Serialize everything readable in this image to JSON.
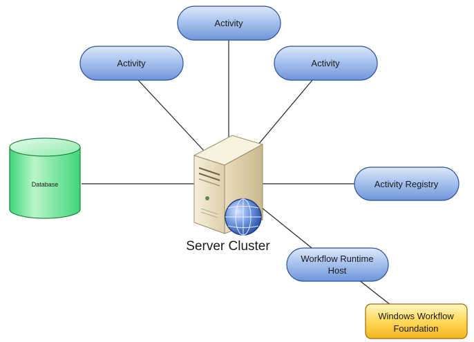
{
  "nodes": {
    "activity_top": "Activity",
    "activity_left": "Activity",
    "activity_right": "Activity",
    "database": "Database",
    "activity_registry": "Activity Registry",
    "server_cluster": "Server Cluster",
    "workflow_runtime_host_line1": "Workflow Runtime",
    "workflow_runtime_host_line2": "Host",
    "windows_workflow_line1": "Windows Workflow",
    "windows_workflow_line2": "Foundation"
  },
  "colors": {
    "pill_fill_light": "#c9dbf5",
    "pill_fill_dark": "#6f95d9",
    "pill_stroke": "#2b4f9a",
    "database_fill_light": "#b9f5c8",
    "database_fill_dark": "#3fd67a",
    "database_stroke": "#1f7f3f",
    "foundation_fill_light": "#fff2a8",
    "foundation_fill_dark": "#f2b51f",
    "foundation_stroke": "#a06a00",
    "connector": "#222222",
    "server_body": "#ece1c4",
    "globe": "#3b67c9"
  },
  "icons": {
    "server": "server-tower-icon",
    "globe": "globe-icon"
  }
}
